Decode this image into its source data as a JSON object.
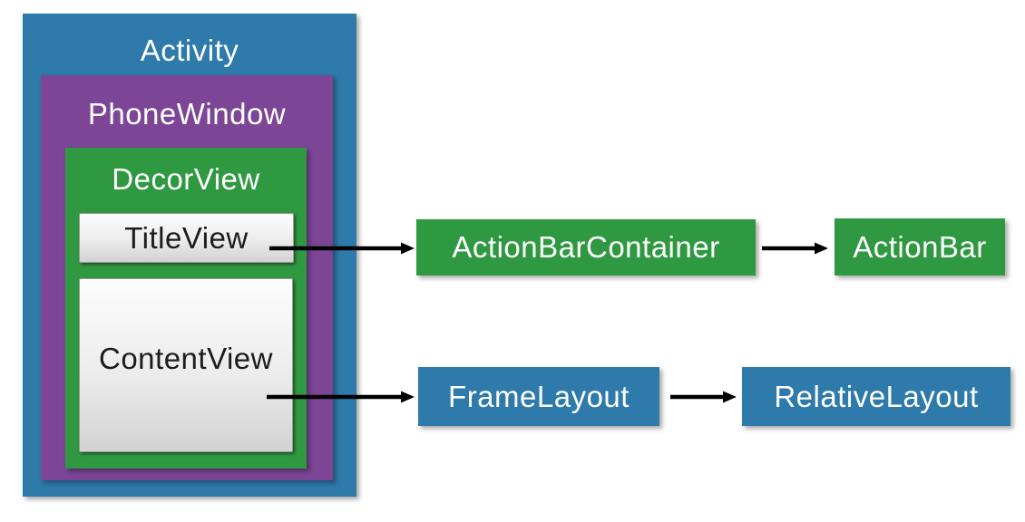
{
  "diagram": {
    "background_color": "#ffffff",
    "colors": {
      "blue": "#2d7aab",
      "purple": "#7c4596",
      "green": "#2f9941",
      "panel_gradient_top": "#fdfdfd",
      "panel_gradient_bottom": "#d2d2d2",
      "arrow": "#000000",
      "light_text": "#ffffff",
      "dark_text": "#1c1c1c"
    },
    "containers": {
      "activity": {
        "label": "Activity",
        "color": "#2d7aab"
      },
      "phone_window": {
        "label": "PhoneWindow",
        "color": "#7c4596"
      },
      "decor_view": {
        "label": "DecorView",
        "color": "#2f9941"
      },
      "title_view": {
        "label": "TitleView",
        "color": "#ffffff"
      },
      "content_view": {
        "label": "ContentView",
        "color": "#ffffff"
      }
    },
    "nodes": {
      "action_bar_container": {
        "label": "ActionBarContainer",
        "color": "#2f9941"
      },
      "action_bar": {
        "label": "ActionBar",
        "color": "#2f9941"
      },
      "frame_layout": {
        "label": "FrameLayout",
        "color": "#2d7aab"
      },
      "relative_layout": {
        "label": "RelativeLayout",
        "color": "#2d7aab"
      }
    },
    "edges": [
      {
        "from": "TitleView",
        "to": "ActionBarContainer"
      },
      {
        "from": "ActionBarContainer",
        "to": "ActionBar"
      },
      {
        "from": "ContentView",
        "to": "FrameLayout"
      },
      {
        "from": "FrameLayout",
        "to": "RelativeLayout"
      }
    ]
  }
}
